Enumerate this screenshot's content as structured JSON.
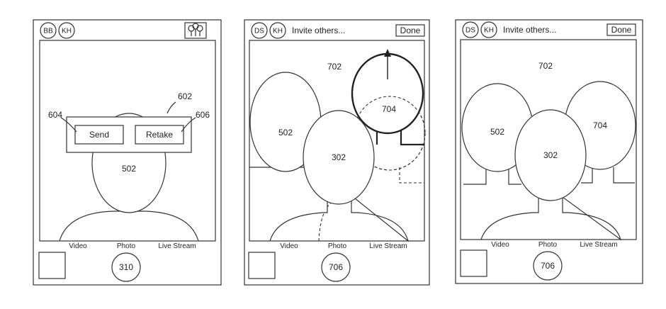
{
  "panels": [
    {
      "avatars": [
        "BB",
        "KH"
      ],
      "hero_label": "502",
      "dialog": {
        "send_label": "Send",
        "retake_label": "Retake",
        "callout_dialog": "602",
        "callout_send": "604",
        "callout_retake": "606"
      },
      "modes": [
        "Video",
        "Photo",
        "Live Stream"
      ],
      "shutter_label": "310"
    },
    {
      "avatars": [
        "DS",
        "KH"
      ],
      "invite_text": "Invite others...",
      "done_label": "Done",
      "scene_label": "702",
      "person_left": "502",
      "person_center": "302",
      "person_moving": "704",
      "modes": [
        "Video",
        "Photo",
        "Live Stream"
      ],
      "shutter_label": "706"
    },
    {
      "avatars": [
        "DS",
        "KH"
      ],
      "invite_text": "Invite others...",
      "done_label": "Done",
      "scene_label": "702",
      "person_left": "502",
      "person_center": "302",
      "person_right": "704",
      "modes": [
        "Video",
        "Photo",
        "Live Stream"
      ],
      "shutter_label": "706"
    }
  ]
}
